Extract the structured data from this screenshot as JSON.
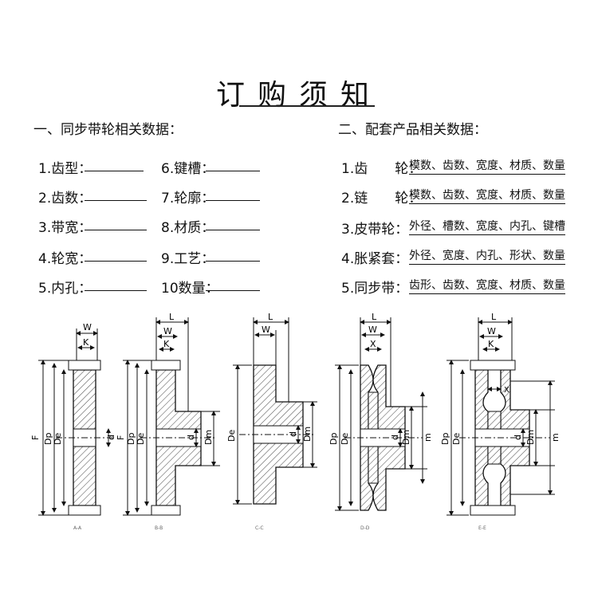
{
  "title": "订购须知",
  "left_section": {
    "heading": "一、同步带轮相关数据：",
    "items": [
      "1.齿型：",
      "2.齿数：",
      "3.带宽：",
      "4.轮宽：",
      "5.内孔：",
      "6.键槽：",
      "7.轮廓：",
      "8.材质：",
      "9.工艺：",
      "10数量："
    ]
  },
  "right_section": {
    "heading": "二、配套产品相关数据：",
    "items": [
      {
        "label": "1.齿　　轮：",
        "note": "模数、齿数、宽度、材质、数量"
      },
      {
        "label": "2.链　　轮：",
        "note": "模数、齿数、宽度、材质、数量"
      },
      {
        "label": "3.皮带轮：",
        "note": "外径、槽数、宽度、内孔、键槽"
      },
      {
        "label": "4.胀紧套：",
        "note": "外径、宽度、内孔、形状、数量"
      },
      {
        "label": "5.同步带：",
        "note": "齿形、齿数、宽度、材质、数量"
      }
    ]
  },
  "diagrams": [
    {
      "dims": [
        "W",
        "K",
        "F",
        "Dp",
        "De",
        "d"
      ],
      "caption": "A-A"
    },
    {
      "dims": [
        "L",
        "W",
        "K",
        "F",
        "Dp",
        "De",
        "d",
        "Dm"
      ],
      "caption": "B-B"
    },
    {
      "dims": [
        "L",
        "W",
        "De",
        "d",
        "Dm"
      ],
      "caption": "C-C"
    },
    {
      "dims": [
        "L",
        "W",
        "X",
        "Dp",
        "De",
        "d",
        "Dm",
        "m"
      ],
      "caption": "D-D"
    },
    {
      "dims": [
        "L",
        "W",
        "K",
        "X",
        "Dp",
        "De",
        "d",
        "Dm",
        "m"
      ],
      "caption": "E-E"
    }
  ]
}
